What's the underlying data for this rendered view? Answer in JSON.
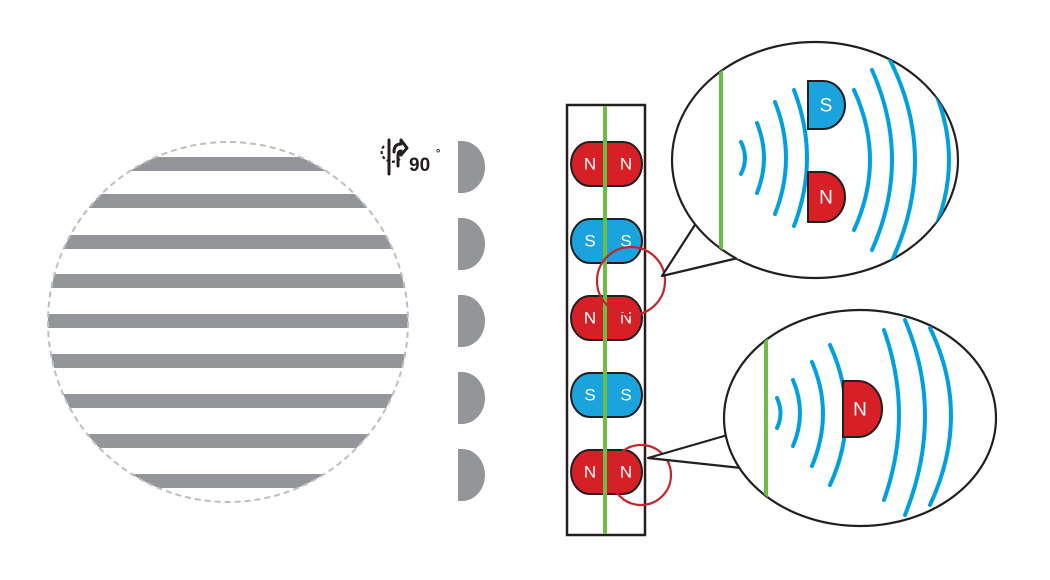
{
  "rotation_label": {
    "value": "90",
    "unit": "°"
  },
  "column_labels": [
    "N",
    "S",
    "N",
    "S",
    "N"
  ],
  "zoom_upper": {
    "labels": [
      "S",
      "N"
    ]
  },
  "zoom_lower": {
    "labels": [
      "N"
    ]
  },
  "colors": {
    "north": "#d71f26",
    "south": "#1aa3dd",
    "outline": "#231f20",
    "field_line": "#6cbd45",
    "wave": "#00a0e0",
    "stripe": "#939598",
    "dome": "#939598",
    "highlight_circle": "#c1272d"
  }
}
